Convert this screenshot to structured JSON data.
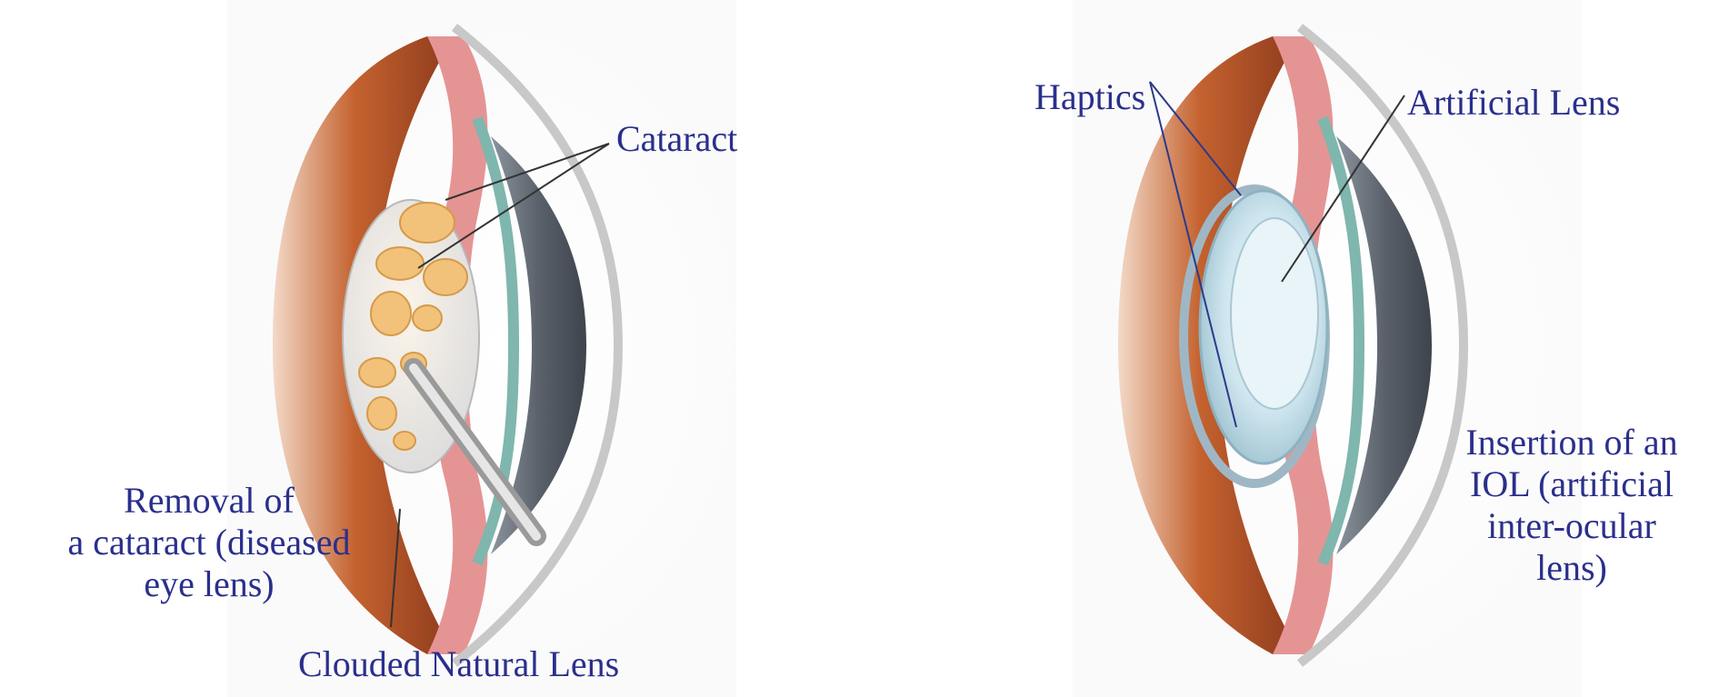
{
  "left_panel": {
    "cataract_label": "Cataract",
    "removal_line1": "Removal of",
    "removal_line2": "a cataract (diseased",
    "removal_line3": "eye lens)",
    "clouded_label": "Clouded Natural Lens"
  },
  "right_panel": {
    "haptics_label": "Haptics",
    "artificial_lens_label": "Artificial Lens",
    "insertion_line1": "Insertion of an",
    "insertion_line2": "IOL (artificial",
    "insertion_line3": "inter-ocular",
    "insertion_line4": "lens)"
  },
  "colors": {
    "label_text": "#2a2f8c",
    "iris_brown": "#b5502a",
    "cornea_gray": "#5d6570",
    "ciliary_pink": "#e59494",
    "lens_clouded": "#f2c27a",
    "lens_clear": "#cfe6ef"
  }
}
